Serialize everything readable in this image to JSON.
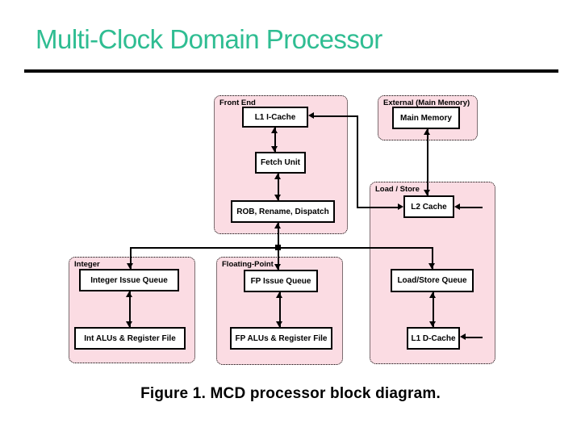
{
  "header": {
    "title": "Multi-Clock Domain Processor",
    "title_color": "#2fbd92"
  },
  "figure": {
    "caption": "Figure 1. MCD processor block diagram.",
    "colors": {
      "domain_fill": "#fbdce3",
      "line": "#000000",
      "block_fill": "#ffffff"
    },
    "domains": [
      {
        "id": "front-end",
        "label": "Front End"
      },
      {
        "id": "external",
        "label": "External (Main Memory)"
      },
      {
        "id": "load-store",
        "label": "Load / Store"
      },
      {
        "id": "integer",
        "label": "Integer"
      },
      {
        "id": "floating-point",
        "label": "Floating-Point"
      }
    ],
    "blocks": [
      {
        "id": "l1-icache",
        "label": "L1 I-Cache",
        "domain": "Front End"
      },
      {
        "id": "fetch-unit",
        "label": "Fetch Unit",
        "domain": "Front End"
      },
      {
        "id": "rob",
        "label": "ROB, Rename, Dispatch",
        "domain": "Front End"
      },
      {
        "id": "main-memory",
        "label": "Main Memory",
        "domain": "External (Main Memory)"
      },
      {
        "id": "l2-cache",
        "label": "L2 Cache",
        "domain": "Load / Store"
      },
      {
        "id": "load-store-queue",
        "label": "Load/Store Queue",
        "domain": "Load / Store"
      },
      {
        "id": "l1-dcache",
        "label": "L1 D-Cache",
        "domain": "Load / Store"
      },
      {
        "id": "integer-issue-queue",
        "label": "Integer Issue Queue",
        "domain": "Integer"
      },
      {
        "id": "int-alus",
        "label": "Int ALUs & Register File",
        "domain": "Integer"
      },
      {
        "id": "fp-issue-queue",
        "label": "FP Issue Queue",
        "domain": "Floating-Point"
      },
      {
        "id": "fp-alus",
        "label": "FP ALUs & Register File",
        "domain": "Floating-Point"
      }
    ],
    "connections": [
      {
        "from": "L1 I-Cache",
        "to": "Fetch Unit",
        "style": "bidirectional"
      },
      {
        "from": "Fetch Unit",
        "to": "ROB, Rename, Dispatch",
        "style": "bidirectional"
      },
      {
        "from": "ROB, Rename, Dispatch",
        "to": "dispatch-bus",
        "style": "bidirectional"
      },
      {
        "from": "dispatch-bus",
        "to": "Integer Issue Queue",
        "style": "into"
      },
      {
        "from": "dispatch-bus",
        "to": "FP Issue Queue",
        "style": "into"
      },
      {
        "from": "dispatch-bus",
        "to": "Load/Store Queue",
        "style": "into"
      },
      {
        "from": "Integer Issue Queue",
        "to": "Int ALUs & Register File",
        "style": "bidirectional"
      },
      {
        "from": "FP Issue Queue",
        "to": "FP ALUs & Register File",
        "style": "bidirectional"
      },
      {
        "from": "Load/Store Queue",
        "to": "L1 D-Cache",
        "style": "bidirectional"
      },
      {
        "from": "Main Memory",
        "to": "L2 Cache",
        "style": "bidirectional"
      },
      {
        "from": "L2 Cache",
        "to": "L1 I-Cache",
        "style": "bidirectional"
      },
      {
        "from": "right-stub",
        "to": "L2 Cache",
        "style": "into"
      },
      {
        "from": "right-stub",
        "to": "L1 D-Cache",
        "style": "into"
      }
    ]
  }
}
